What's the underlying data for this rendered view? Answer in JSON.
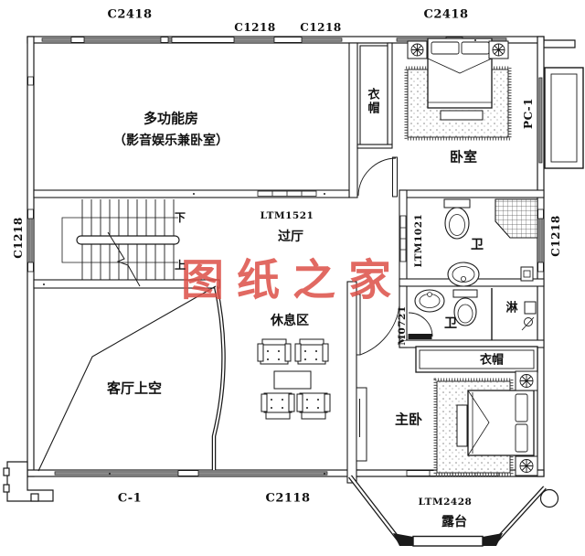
{
  "watermark": {
    "text": "图纸之家",
    "color": "#dc4f47"
  },
  "colors": {
    "line": "#1a1a1a",
    "window_glazing": "#8f8f8f",
    "paper": "#ffffff"
  },
  "rooms": {
    "multi_function_line1": "多功能房",
    "multi_function_line2": "（影音娱乐兼卧室）",
    "bedroom": "卧室",
    "hallway": "过厅",
    "wardrobe_top": "衣帽",
    "wardrobe_bottom": "衣帽",
    "bath_1": "卫",
    "bath_2": "卫",
    "shower": "淋",
    "rest_area": "休息区",
    "living_void": "客厅上空",
    "master_bedroom": "主卧",
    "terrace": "露台"
  },
  "openings": {
    "c2418_top_left": "C2418",
    "c1218_top_a": "C1218",
    "c1218_top_b": "C1218",
    "c2418_top_right": "C2418",
    "pc1": "PC-1",
    "c1218_left": "C1218",
    "c1218_right": "C1218",
    "ltm1521": "LTM1521",
    "ltm1021": "LTM1021",
    "m0721": "M0721",
    "c1": "C-1",
    "c2118": "C2118",
    "ltm2428": "LTM2428"
  },
  "stairs": {
    "down_label": "下",
    "up_label": "上"
  }
}
